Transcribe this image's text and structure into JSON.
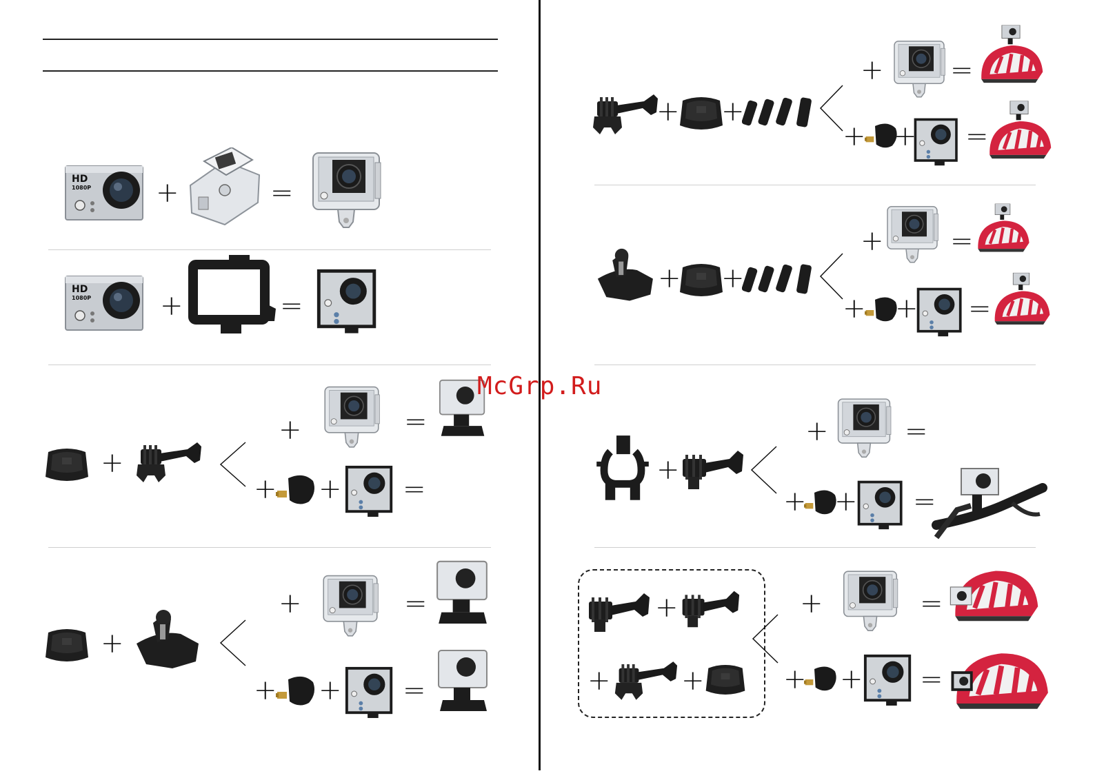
{
  "watermark": "McGrp.Ru",
  "operators": {
    "plus": "+",
    "equals": "="
  },
  "camera_badge": {
    "hd": "HD",
    "res": "1080P"
  },
  "colors": {
    "helmet_red": "#d4233f",
    "brass": "#c49a3a",
    "mount_black": "#1c1c1c",
    "housing": "#dcdfe3",
    "camera_silver": "#c8ccd1"
  },
  "icons": [
    "camera-icon",
    "waterproof-housing-icon",
    "frame-mount-icon",
    "flat-adhesive-mount-icon",
    "j-hook-buckle-icon",
    "extension-arm-icon",
    "tripod-adapter-icon",
    "handlebar-mount-icon",
    "helmet-icon",
    "strap-clips-icon",
    "bicycle-handlebar-icon"
  ]
}
